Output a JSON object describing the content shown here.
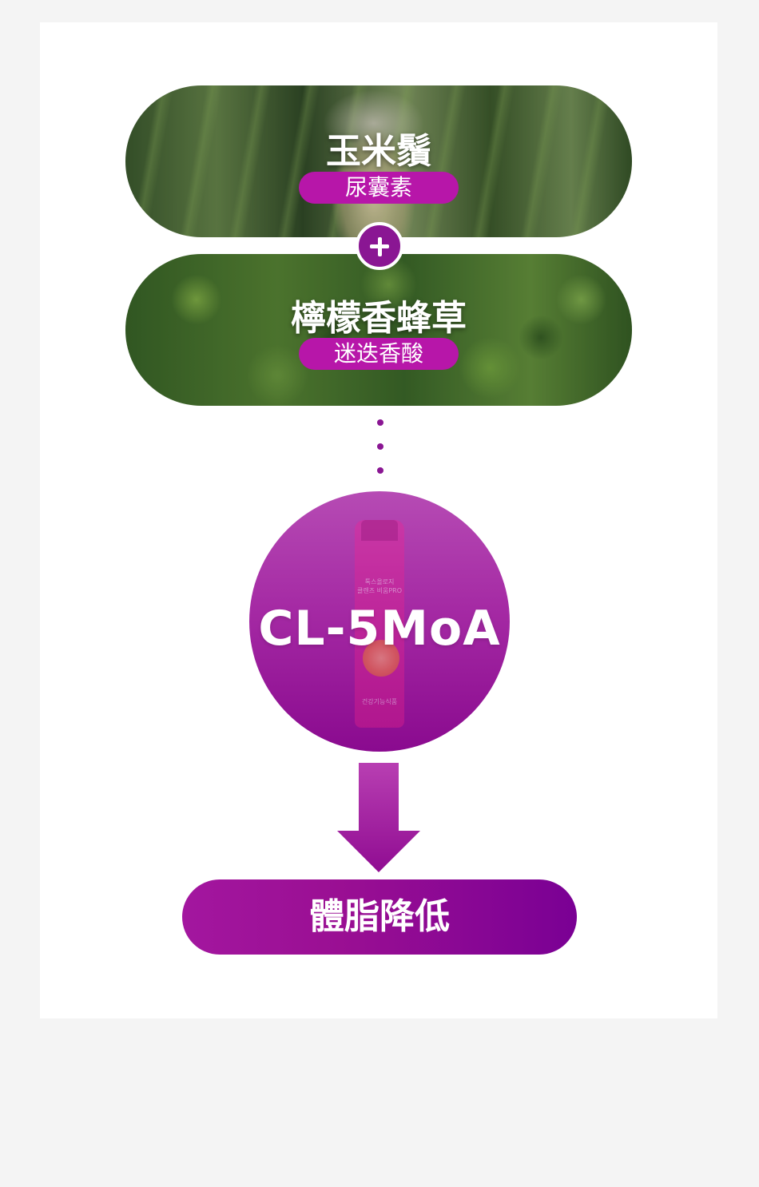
{
  "ingredients": [
    {
      "name": "玉米鬚",
      "compound": "尿囊素"
    },
    {
      "name": "檸檬香蜂草",
      "compound": "迷迭香酸"
    }
  ],
  "product": {
    "label": "CL-5MoA",
    "bottle_text": [
      "톡스올로지",
      "클렌즈 비움PRO",
      "건강기능식품"
    ]
  },
  "result": {
    "label": "體脂降低"
  },
  "colors": {
    "accent": "#b716a9",
    "dark_purple": "#8a1693",
    "result_start": "#a3169f",
    "result_end": "#7a0094"
  }
}
